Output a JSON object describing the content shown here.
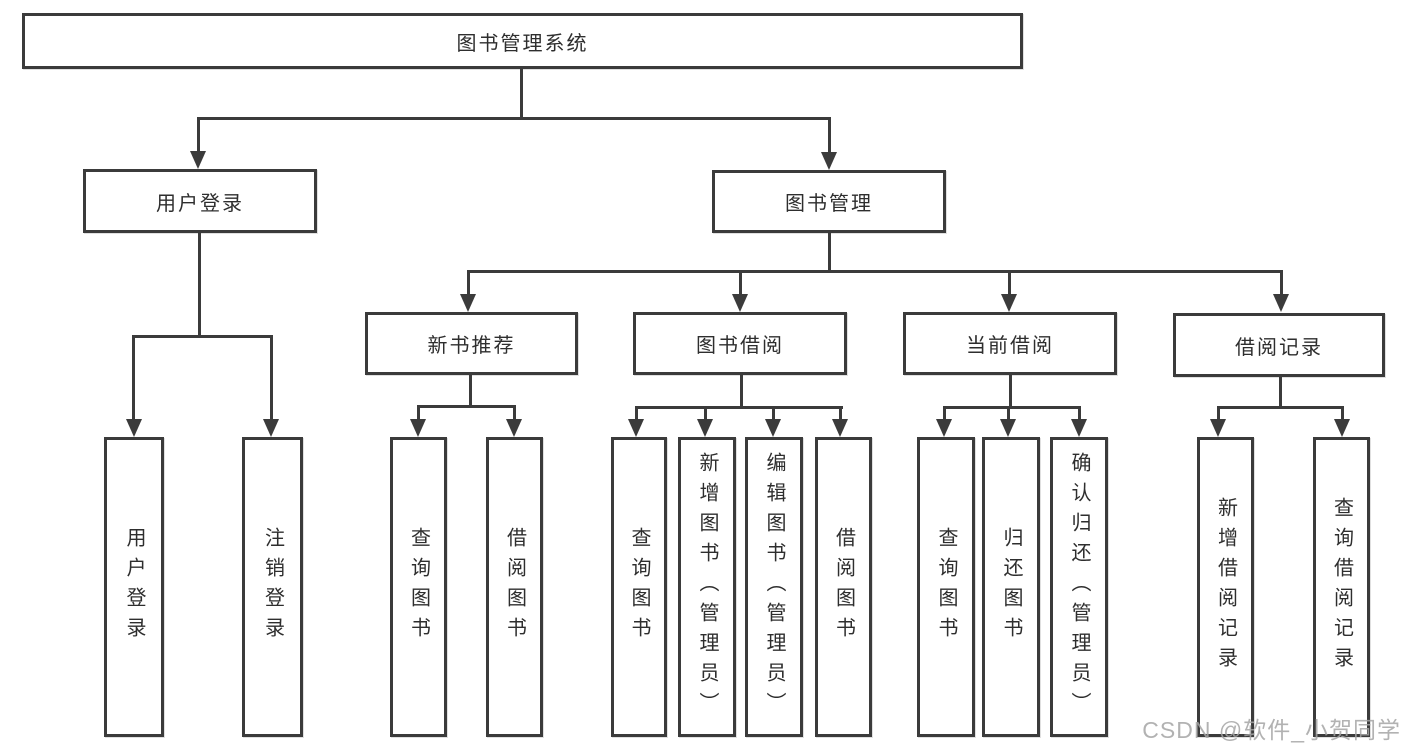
{
  "diagram": {
    "root": {
      "label": "图书管理系统"
    },
    "level2": [
      {
        "label": "用户登录"
      },
      {
        "label": "图书管理"
      }
    ],
    "level3": [
      {
        "label": "新书推荐"
      },
      {
        "label": "图书借阅"
      },
      {
        "label": "当前借阅"
      },
      {
        "label": "借阅记录"
      }
    ],
    "leaves": [
      {
        "label": "用户登录"
      },
      {
        "label": "注销登录"
      },
      {
        "label": "查询图书"
      },
      {
        "label": "借阅图书"
      },
      {
        "label": "查询图书"
      },
      {
        "label": "新增图书（管理员）"
      },
      {
        "label": "编辑图书（管理员）"
      },
      {
        "label": "借阅图书"
      },
      {
        "label": "查询图书"
      },
      {
        "label": "归还图书"
      },
      {
        "label": "确认归还（管理员）"
      },
      {
        "label": "新增借阅记录"
      },
      {
        "label": "查询借阅记录"
      }
    ]
  },
  "watermark": {
    "text": "CSDN @软件_小贺同学"
  },
  "colors": {
    "line": "#3b3b3b",
    "text": "#2e2e2e",
    "background": "#ffffff"
  }
}
